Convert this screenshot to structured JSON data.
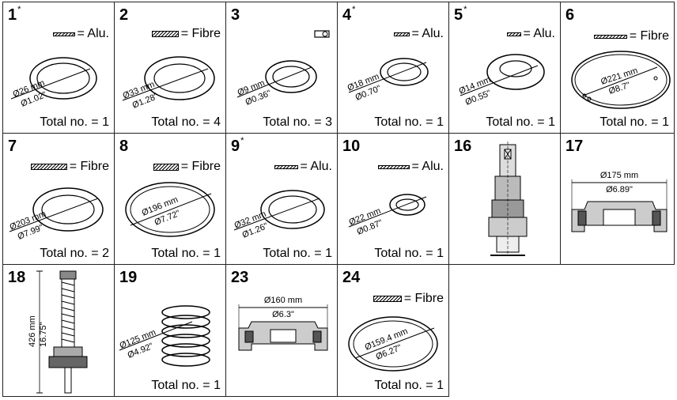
{
  "labels": {
    "alu": "= Alu.",
    "fibre": "= Fibre",
    "total_prefix": "Total no. = "
  },
  "cells": [
    {
      "num": "1",
      "star": "*",
      "material": "alu",
      "d_mm": "Ø26 mm",
      "d_in": "Ø1.02\"",
      "total": "1"
    },
    {
      "num": "2",
      "star": "",
      "material": "fibre",
      "d_mm": "Ø33 mm",
      "d_in": "Ø1.28\"",
      "total": "4"
    },
    {
      "num": "3",
      "star": "",
      "material": "",
      "d_mm": "Ø9 mm",
      "d_in": "Ø0.36\"",
      "total": "3"
    },
    {
      "num": "4",
      "star": "*",
      "material": "alu",
      "d_mm": "Ø18 mm",
      "d_in": "Ø0.70\"",
      "total": "1"
    },
    {
      "num": "5",
      "star": "*",
      "material": "alu",
      "d_mm": "Ø14 mm",
      "d_in": "Ø0.55\"",
      "total": "1"
    },
    {
      "num": "6",
      "star": "",
      "material": "fibre",
      "d_mm": "Ø221 mm",
      "d_in": "Ø8.7\"",
      "total": "1"
    },
    {
      "num": "7",
      "star": "",
      "material": "fibre",
      "d_mm": "Ø203 mm",
      "d_in": "Ø7.99\"",
      "total": "2"
    },
    {
      "num": "8",
      "star": "",
      "material": "fibre",
      "d_mm": "Ø196 mm",
      "d_in": "Ø7.72\"",
      "total": "1"
    },
    {
      "num": "9",
      "star": "*",
      "material": "alu",
      "d_mm": "Ø32 mm",
      "d_in": "Ø1.26\"",
      "total": "1"
    },
    {
      "num": "10",
      "star": "",
      "material": "alu",
      "d_mm": "Ø22 mm",
      "d_in": "Ø0.87\"",
      "total": "1"
    },
    {
      "num": "16",
      "star": "",
      "material": "",
      "d_mm": "",
      "d_in": "",
      "total": ""
    },
    {
      "num": "17",
      "star": "",
      "material": "",
      "d_mm": "Ø175 mm",
      "d_in": "Ø6.89\"",
      "total": ""
    },
    {
      "num": "18",
      "star": "",
      "material": "",
      "d_mm": "426 mm",
      "d_in": "16.75\"",
      "total": ""
    },
    {
      "num": "19",
      "star": "",
      "material": "",
      "d_mm": "Ø125 mm",
      "d_in": "Ø4.92\"",
      "total": "1"
    },
    {
      "num": "23",
      "star": "",
      "material": "",
      "d_mm": "Ø160 mm",
      "d_in": "Ø6.3\"",
      "total": ""
    },
    {
      "num": "24",
      "star": "",
      "material": "fibre",
      "d_mm": "Ø159.4 mm",
      "d_in": "Ø6.27\"",
      "total": "1"
    }
  ]
}
